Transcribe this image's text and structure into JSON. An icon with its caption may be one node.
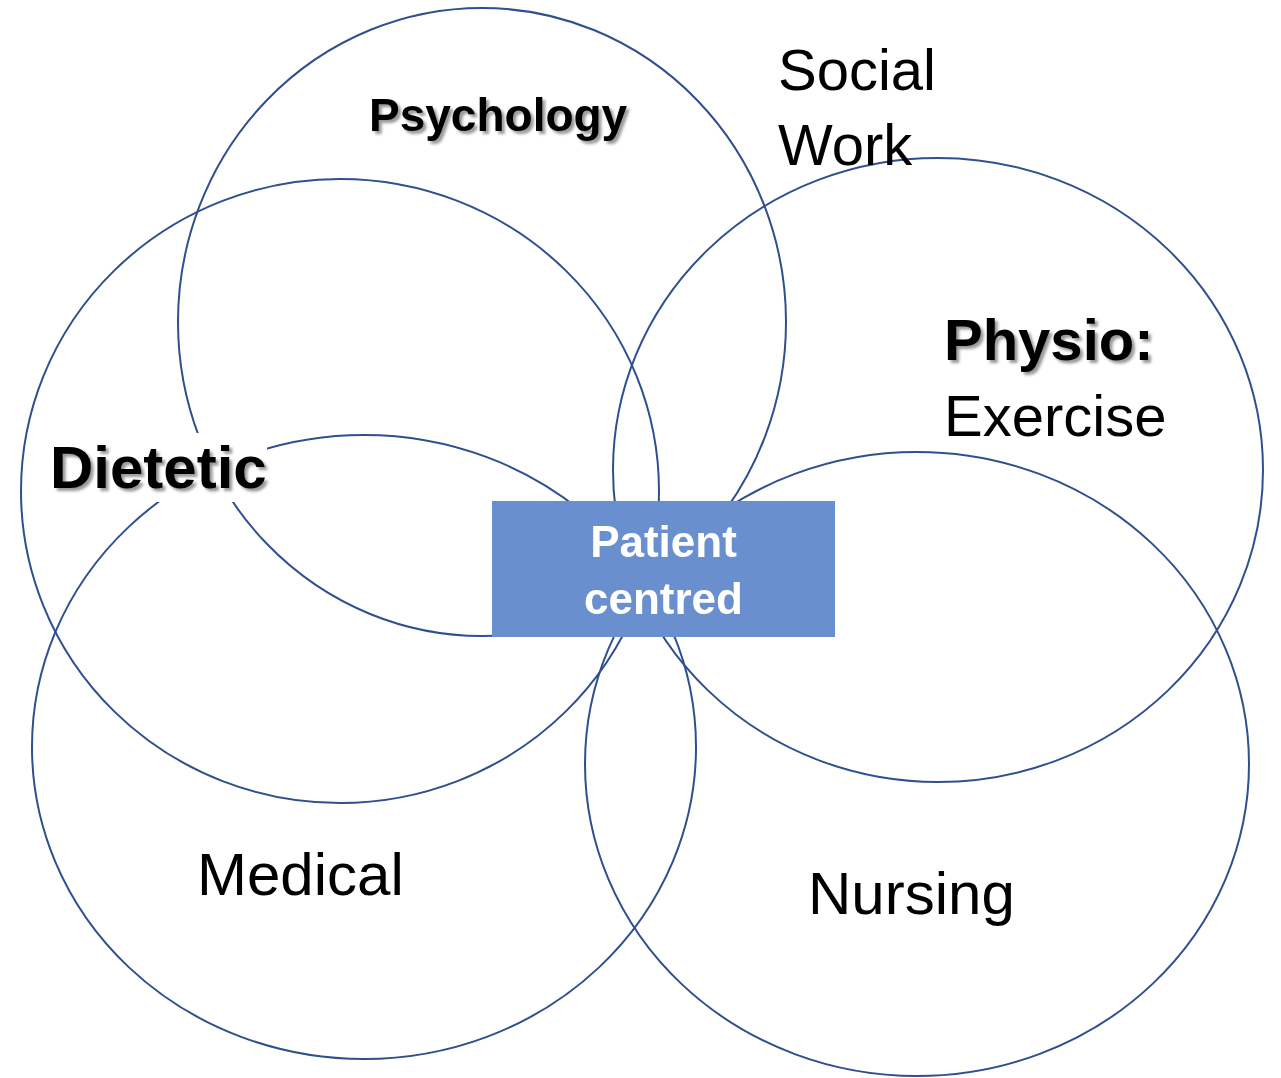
{
  "diagram": {
    "nodes": [
      {
        "text": [
          "Psychology"
        ]
      },
      {
        "text": [
          "Dietetic"
        ]
      },
      {
        "text": [
          "Physio:",
          "Exercise"
        ]
      },
      {
        "text": [
          "Medical"
        ]
      },
      {
        "text": [
          "Nursing"
        ]
      },
      {
        "text": [
          "Patient centred"
        ]
      }
    ],
    "labels": [
      "Social Work"
    ]
  }
}
